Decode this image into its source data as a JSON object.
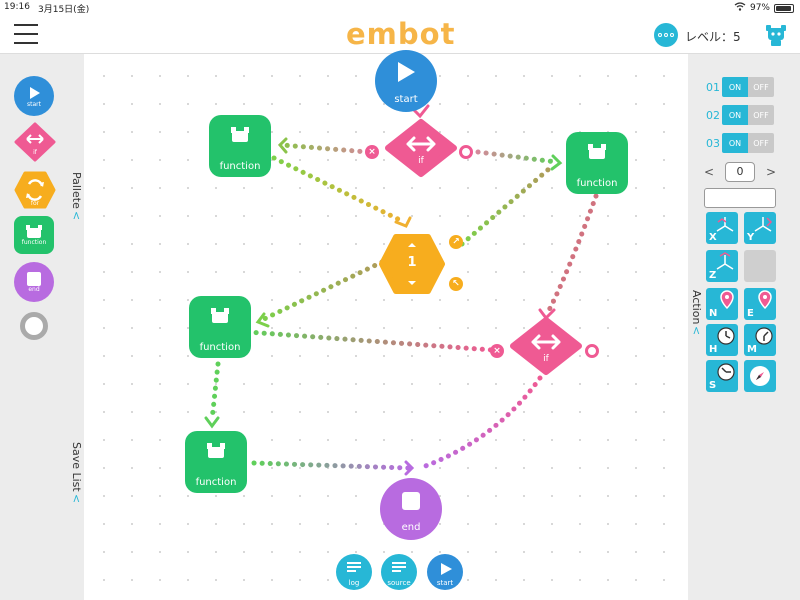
{
  "status": {
    "time": "19:16",
    "date": "3月15日(金)",
    "battery": "97%"
  },
  "header": {
    "logo": "embot",
    "level_label": "レベル：5"
  },
  "palette": {
    "title": "Pallete",
    "items": [
      {
        "label": "start"
      },
      {
        "label": "if"
      },
      {
        "label": "for"
      },
      {
        "label": "function"
      },
      {
        "label": "end"
      }
    ]
  },
  "savelist": {
    "title": "Save List"
  },
  "action": {
    "title": "Action",
    "switches": [
      {
        "num": "01",
        "on": "ON",
        "off": "OFF"
      },
      {
        "num": "02",
        "on": "ON",
        "off": "OFF"
      },
      {
        "num": "03",
        "on": "ON",
        "off": "OFF"
      }
    ],
    "stepper": {
      "minus": "<",
      "value": "0",
      "plus": ">"
    },
    "buttons": [
      {
        "label": "X"
      },
      {
        "label": "Y"
      },
      {
        "label": "Z"
      },
      {
        "label": ""
      },
      {
        "label": "N"
      },
      {
        "label": "E"
      },
      {
        "label": "H"
      },
      {
        "label": "M"
      },
      {
        "label": "S"
      },
      {
        "label": ""
      }
    ]
  },
  "nodes": {
    "start": "start",
    "if_top": "if",
    "function_tl": "function",
    "function_tr": "function",
    "loop": "1",
    "function_ml": "function",
    "if_mid": "if",
    "function_bl": "function",
    "end": "end"
  },
  "bottom": {
    "log": "log",
    "source": "source",
    "start": "start"
  },
  "colors": {
    "accent": "#27b7d6",
    "function": "#23c26b",
    "if": "#ef5a93",
    "loop": "#f7ad1e",
    "end": "#b86be0",
    "start": "#2f8fd9"
  }
}
